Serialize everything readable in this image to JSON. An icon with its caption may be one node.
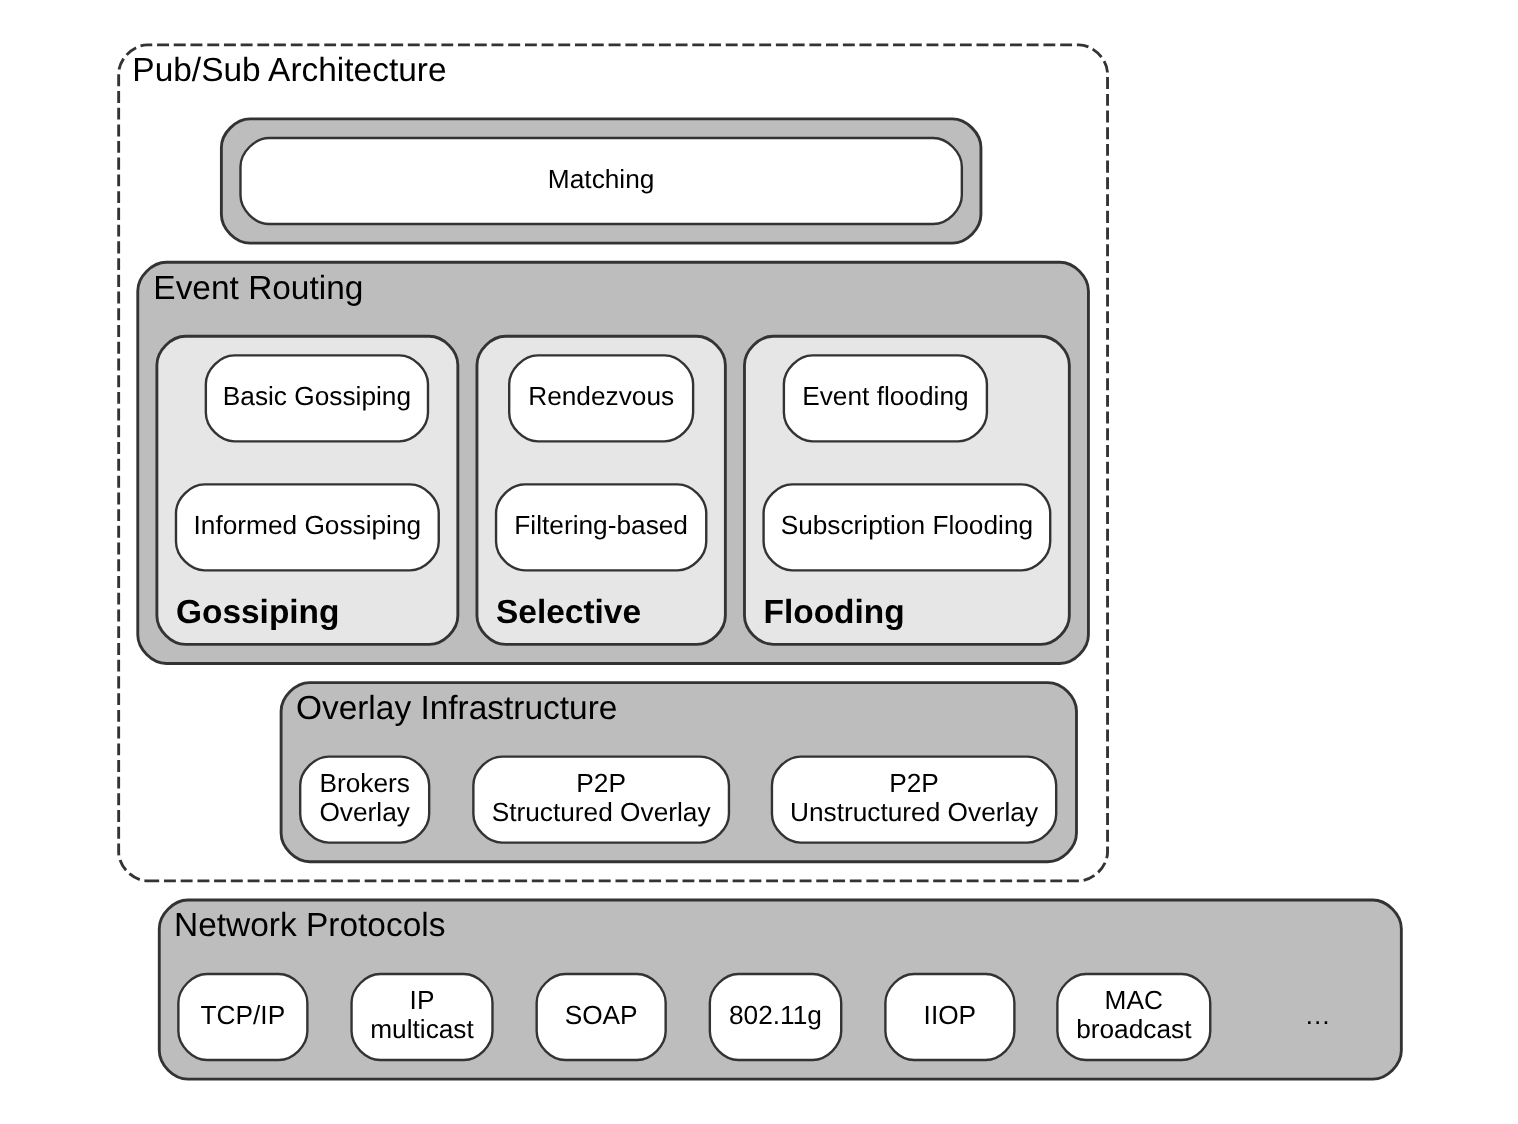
{
  "diagram": {
    "nodes": [
      {
        "text": [
          "Pub/Sub Architecture"
        ]
      },
      {
        "text": [],
        "shape": "box",
        "in": 0
      },
      {
        "text": [
          "Matching"
        ],
        "in": 1
      },
      {
        "text": [
          "Event Routing"
        ],
        "in": 0
      },
      {
        "text": [
          "Flooding"
        ],
        "in": 3
      },
      {
        "text": [
          "Event flooding"
        ],
        "in": 4
      },
      {
        "text": [
          "Subscription Flooding"
        ],
        "in": 4
      },
      {
        "text": [
          "Selective"
        ],
        "in": 3
      },
      {
        "text": [
          "Rendezvous"
        ],
        "in": 7
      },
      {
        "text": [
          "Filtering-based"
        ],
        "in": 7
      },
      {
        "text": [
          "Gossiping"
        ],
        "in": 3
      },
      {
        "text": [
          "Basic Gossiping"
        ],
        "in": 10
      },
      {
        "text": [
          "Informed Gossiping"
        ],
        "in": 10
      },
      {
        "text": [
          "Overlay Infrastructure"
        ],
        "in": 0
      },
      {
        "text": [
          "Brokers Overlay"
        ],
        "in": 13
      },
      {
        "text": [
          "P2P Structured Overlay"
        ],
        "in": 13
      },
      {
        "text": [
          "P2P Unstructured Overlay"
        ],
        "in": 13
      },
      {
        "text": [
          "Network Protocols"
        ]
      },
      {
        "text": [
          "TCP/IP"
        ],
        "in": 17
      },
      {
        "text": [
          "IP multicast"
        ],
        "in": 17
      },
      {
        "text": [
          "SOAP"
        ],
        "in": 17
      },
      {
        "text": [
          "802.11g"
        ],
        "in": 17
      },
      {
        "text": [
          "IIOP"
        ],
        "in": 17
      },
      {
        "text": [
          "MAC broadcast"
        ],
        "in": 17
      }
    ],
    "edges": [],
    "labels": [
      "…"
    ]
  }
}
